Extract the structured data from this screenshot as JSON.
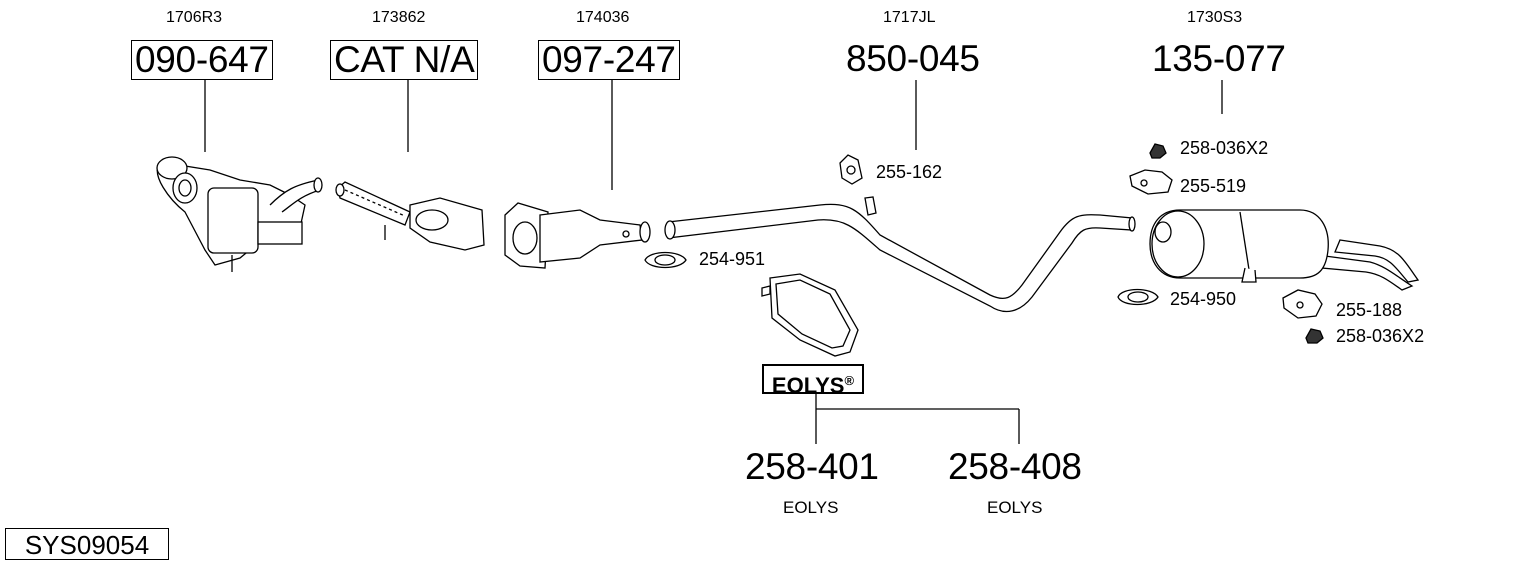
{
  "system_id": "SYS09054",
  "components": [
    {
      "ref": "1706R3",
      "part": "090-647"
    },
    {
      "ref": "173862",
      "part": "CAT N/A"
    },
    {
      "ref": "174036",
      "part": "097-247"
    },
    {
      "ref": "1717JL",
      "part": "850-045"
    },
    {
      "ref": "1730S3",
      "part": "135-077"
    }
  ],
  "fittings": {
    "nut_top": "258-036X2",
    "hanger_top": "255-519",
    "hanger_mid": "255-162",
    "clamp_left": "254-951",
    "clamp_right": "254-950",
    "hanger_bottom": "255-188",
    "nut_bottom": "258-036X2"
  },
  "eolys": {
    "label": "EOLYS",
    "mark": "®",
    "options": [
      {
        "part": "258-401",
        "label": "EOLYS"
      },
      {
        "part": "258-408",
        "label": "EOLYS"
      }
    ]
  }
}
